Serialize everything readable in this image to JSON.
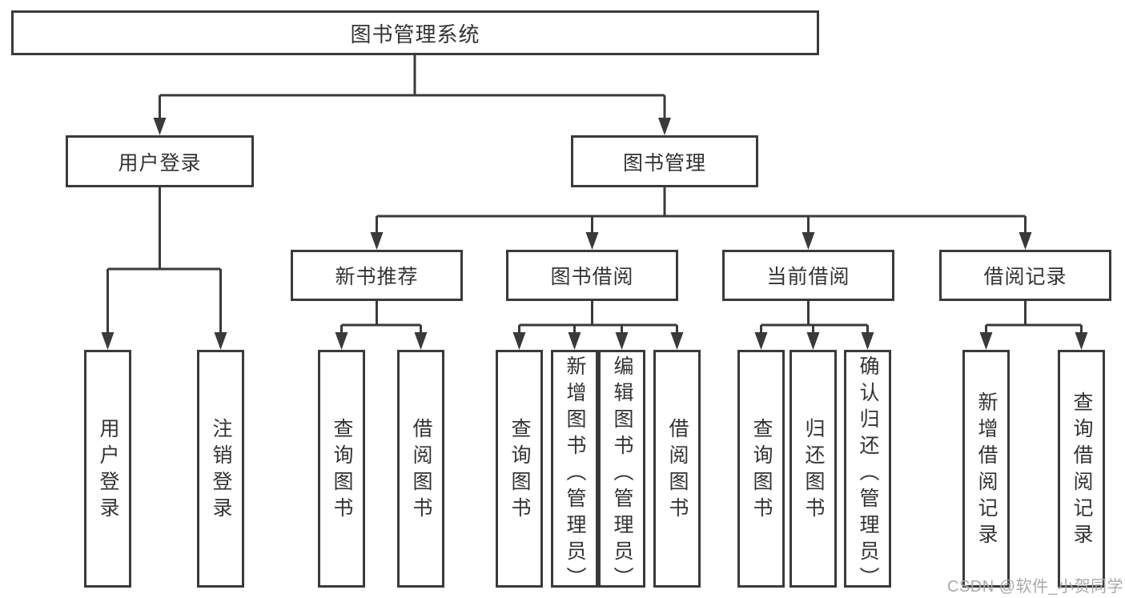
{
  "colors": {
    "line": "#3a3a3a",
    "text": "#333333",
    "background": "#ffffff",
    "watermark": "#a9a9ad"
  },
  "watermark": {
    "text": "CSDN @软件_小贺同学"
  },
  "diagram": {
    "type": "tree",
    "title": "图书管理系统",
    "root": {
      "label": "图书管理系统",
      "children": [
        {
          "label": "用户登录",
          "children": [
            {
              "label": "用户登录"
            },
            {
              "label": "注销登录"
            }
          ]
        },
        {
          "label": "图书管理",
          "children": [
            {
              "label": "新书推荐",
              "children": [
                {
                  "label": "查询图书"
                },
                {
                  "label": "借阅图书"
                }
              ]
            },
            {
              "label": "图书借阅",
              "children": [
                {
                  "label": "查询图书"
                },
                {
                  "label": "新增图书（管理员）"
                },
                {
                  "label": "编辑图书（管理员）"
                },
                {
                  "label": "借阅图书"
                }
              ]
            },
            {
              "label": "当前借阅",
              "children": [
                {
                  "label": "查询图书"
                },
                {
                  "label": "归还图书"
                },
                {
                  "label": "确认归还（管理员）"
                }
              ]
            },
            {
              "label": "借阅记录",
              "children": [
                {
                  "label": "新增借阅记录"
                },
                {
                  "label": "查询借阅记录"
                }
              ]
            }
          ]
        }
      ]
    }
  }
}
